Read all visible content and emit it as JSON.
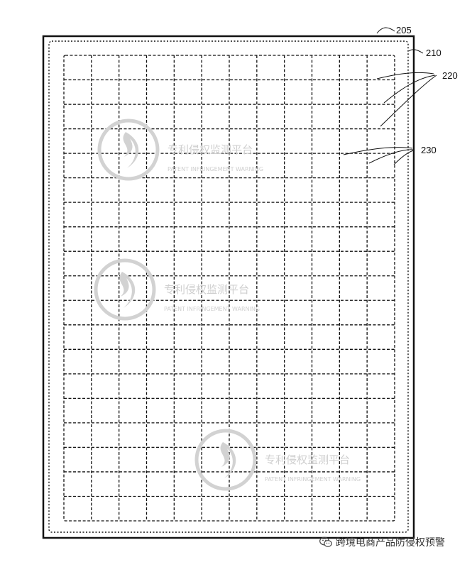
{
  "labels": {
    "outer_frame": "205",
    "inner_border": "210",
    "horizontal_lines": "220",
    "vertical_lines": "230"
  },
  "grid": {
    "columns": 12,
    "rows": 19
  },
  "watermark": {
    "title": "专利侵权监测平台",
    "subtitle": "PATENT INFRINGEMENT WARNING",
    "icon": "flame-seal-logo",
    "count": 3
  },
  "caption": {
    "icon": "wechat-icon",
    "text": "跨境电商产品防侵权预警"
  },
  "colors": {
    "line": "#111111",
    "watermark": "#cfcfcf"
  }
}
